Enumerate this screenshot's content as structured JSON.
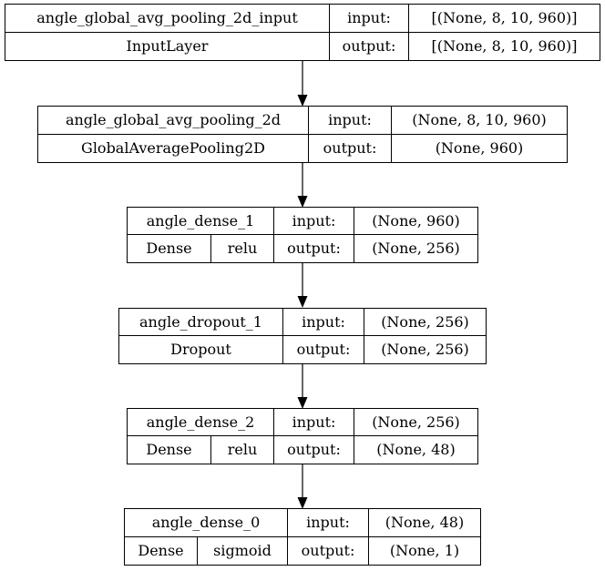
{
  "layers": [
    {
      "name": "angle_global_avg_pooling_2d_input",
      "type": "InputLayer",
      "activation": "",
      "input_label": "input:",
      "output_label": "output:",
      "input_shape": "[(None, 8, 10, 960)]",
      "output_shape": "[(None, 8, 10, 960)]"
    },
    {
      "name": "angle_global_avg_pooling_2d",
      "type": "GlobalAveragePooling2D",
      "activation": "",
      "input_label": "input:",
      "output_label": "output:",
      "input_shape": "(None, 8, 10, 960)",
      "output_shape": "(None, 960)"
    },
    {
      "name": "angle_dense_1",
      "type": "Dense",
      "activation": "relu",
      "input_label": "input:",
      "output_label": "output:",
      "input_shape": "(None, 960)",
      "output_shape": "(None, 256)"
    },
    {
      "name": "angle_dropout_1",
      "type": "Dropout",
      "activation": "",
      "input_label": "input:",
      "output_label": "output:",
      "input_shape": "(None, 256)",
      "output_shape": "(None, 256)"
    },
    {
      "name": "angle_dense_2",
      "type": "Dense",
      "activation": "relu",
      "input_label": "input:",
      "output_label": "output:",
      "input_shape": "(None, 256)",
      "output_shape": "(None, 48)"
    },
    {
      "name": "angle_dense_0",
      "type": "Dense",
      "activation": "sigmoid",
      "input_label": "input:",
      "output_label": "output:",
      "input_shape": "(None, 48)",
      "output_shape": "(None, 1)"
    }
  ]
}
